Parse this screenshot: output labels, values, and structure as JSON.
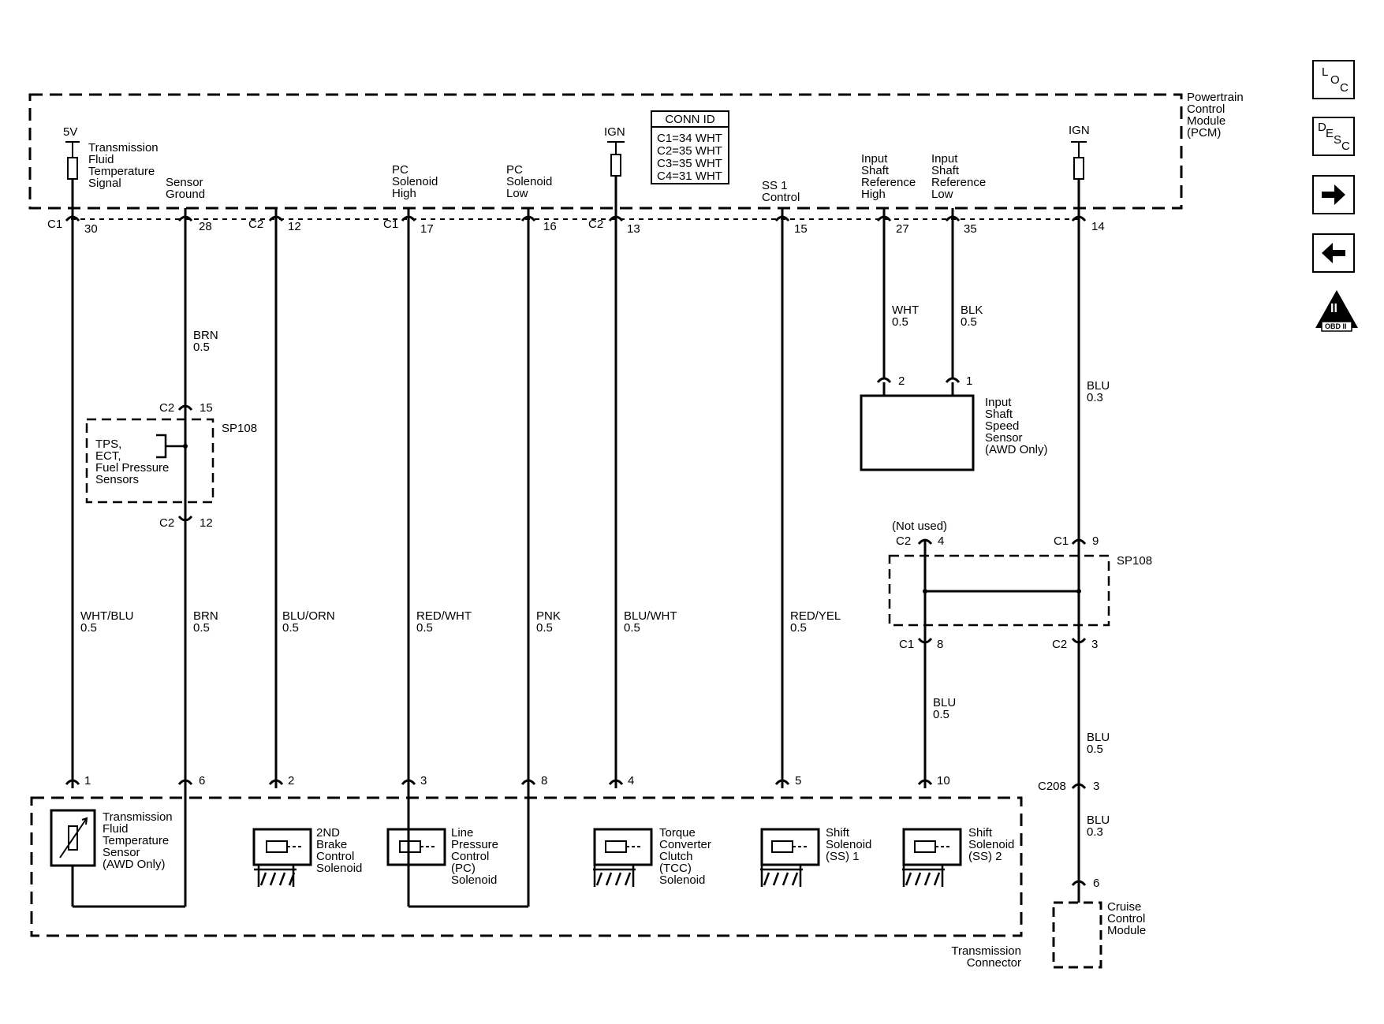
{
  "pcm": {
    "name_lines": [
      "Powertrain",
      "Control",
      "Module",
      "(PCM)"
    ],
    "conn_id": {
      "title": "CONN ID",
      "rows": [
        "C1=34 WHT",
        "C2=35 WHT",
        "C3=35 WHT",
        "C4=31 WHT"
      ]
    },
    "power": {
      "v5": "5V",
      "ign": "IGN"
    },
    "circuits": {
      "tft_signal": [
        "Transmission",
        "Fluid",
        "Temperature",
        "Signal"
      ],
      "sensor_ground": [
        "Sensor",
        "Ground"
      ],
      "pc_high": [
        "PC",
        "Solenoid",
        "High"
      ],
      "pc_low": [
        "PC",
        "Solenoid",
        "Low"
      ],
      "ss1_control": [
        "SS 1",
        "Control"
      ],
      "isr_high": [
        "Input",
        "Shaft",
        "Reference",
        "High"
      ],
      "isr_low": [
        "Input",
        "Shaft",
        "Reference",
        "Low"
      ]
    }
  },
  "pins": {
    "top": [
      {
        "conn": "C1",
        "pin": "30"
      },
      {
        "conn": "",
        "pin": "28"
      },
      {
        "conn": "C2",
        "pin": "12"
      },
      {
        "conn": "C1",
        "pin": "17"
      },
      {
        "conn": "",
        "pin": "16"
      },
      {
        "conn": "C2",
        "pin": "13"
      },
      {
        "conn": "",
        "pin": "15"
      },
      {
        "conn": "",
        "pin": "27"
      },
      {
        "conn": "",
        "pin": "35"
      },
      {
        "conn": "",
        "pin": "14"
      }
    ],
    "splice_brn_top": {
      "conn": "C2",
      "pin": "15"
    },
    "splice_brn_bottom": {
      "conn": "C2",
      "pin": "12"
    },
    "isss_2": "2",
    "isss_1": "1",
    "not_used": "(Not used)",
    "sp_right_c2_4": {
      "conn": "C2",
      "pin": "4"
    },
    "sp_right_c1_9": {
      "conn": "C1",
      "pin": "9"
    },
    "sp_right_c1_8": {
      "conn": "C1",
      "pin": "8"
    },
    "sp_right_c2_3": {
      "conn": "C2",
      "pin": "3"
    },
    "c208": {
      "conn": "C208",
      "pin": "3"
    },
    "ccm_pin": "6",
    "bottom": [
      "1",
      "6",
      "2",
      "3",
      "8",
      "4",
      "5",
      "10"
    ]
  },
  "wires": {
    "brn_top": [
      "BRN",
      "0.5"
    ],
    "wht_blu": [
      "WHT/BLU",
      "0.5"
    ],
    "brn": [
      "BRN",
      "0.5"
    ],
    "blu_orn": [
      "BLU/ORN",
      "0.5"
    ],
    "red_wht": [
      "RED/WHT",
      "0.5"
    ],
    "pnk": [
      "PNK",
      "0.5"
    ],
    "blu_wht": [
      "BLU/WHT",
      "0.5"
    ],
    "red_yel": [
      "RED/YEL",
      "0.5"
    ],
    "wht": [
      "WHT",
      "0.5"
    ],
    "blk": [
      "BLK",
      "0.5"
    ],
    "blu_03_top": [
      "BLU",
      "0.3"
    ],
    "blu_05_mid": [
      "BLU",
      "0.5"
    ],
    "blu_05_right": [
      "BLU",
      "0.5"
    ],
    "blu_03_bottom": [
      "BLU",
      "0.3"
    ]
  },
  "splices": {
    "left": "SP108",
    "right": "SP108"
  },
  "splice_left_sensors": [
    "TPS,",
    "ECT,",
    "Fuel Pressure",
    "Sensors"
  ],
  "isss": [
    "Input",
    "Shaft",
    "Speed",
    "Sensor",
    "(AWD Only)"
  ],
  "components": {
    "tft_sensor": [
      "Transmission",
      "Fluid",
      "Temperature",
      "Sensor",
      "(AWD Only)"
    ],
    "brake_2nd": [
      "2ND",
      "Brake",
      "Control",
      "Solenoid"
    ],
    "line_pressure": [
      "Line",
      "Pressure",
      "Control",
      "(PC)",
      "Solenoid"
    ],
    "tcc": [
      "Torque",
      "Converter",
      "Clutch",
      "(TCC)",
      "Solenoid"
    ],
    "ss1": [
      "Shift",
      "Solenoid",
      "(SS) 1"
    ],
    "ss2": [
      "Shift",
      "Solenoid",
      "(SS) 2"
    ]
  },
  "trans_connector": [
    "Transmission",
    "Connector"
  ],
  "cruise": [
    "Cruise",
    "Control",
    "Module"
  ],
  "nav": {
    "loc": [
      "L",
      "O",
      "C"
    ],
    "desc": [
      "D",
      "E",
      "S",
      "C"
    ],
    "next": "right-arrow-icon",
    "prev": "left-arrow-icon",
    "obd": {
      "top": "II",
      "bottom": "OBD II"
    }
  }
}
